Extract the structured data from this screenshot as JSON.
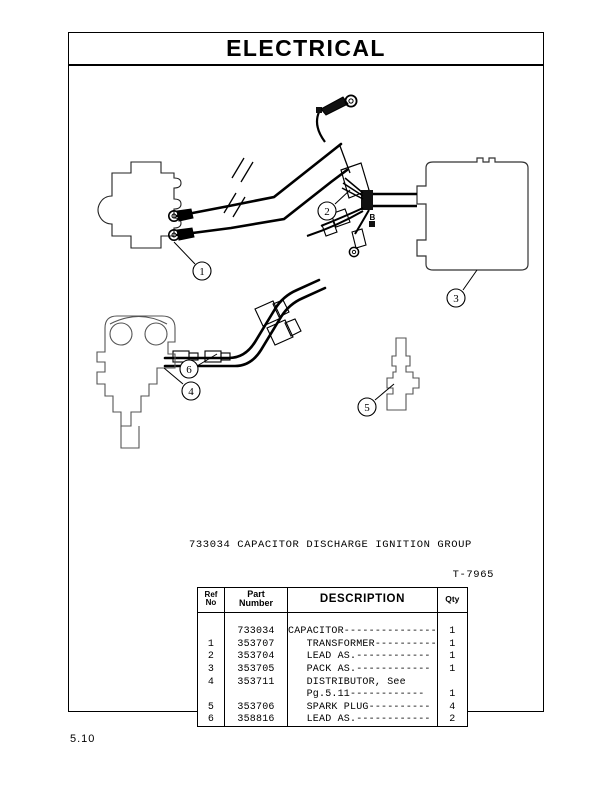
{
  "header": {
    "title": "ELECTRICAL"
  },
  "figure": {
    "caption": "733034 CAPACITOR DISCHARGE IGNITION GROUP",
    "drawing_number": "T-7965",
    "callouts": [
      {
        "label": "1",
        "name": "callout-1-transformer"
      },
      {
        "label": "2",
        "name": "callout-2-lead-assembly"
      },
      {
        "label": "3",
        "name": "callout-3-pack-assembly"
      },
      {
        "label": "4",
        "name": "callout-4-distributor"
      },
      {
        "label": "5",
        "name": "callout-5-spark-plug"
      },
      {
        "label": "6",
        "name": "callout-6-lead-assembly"
      }
    ],
    "harness_label": "B"
  },
  "table": {
    "headers": {
      "ref_no_line1": "Ref",
      "ref_no_line2": "No",
      "part_number_line1": "Part",
      "part_number_line2": "Number",
      "description": "DESCRIPTION",
      "qty": "Qty"
    },
    "rows": [
      {
        "ref": "",
        "part": "733034",
        "description": "CAPACITOR---------------",
        "qty": "1"
      },
      {
        "ref": "1",
        "part": "353707",
        "description": "   TRANSFORMER----------",
        "qty": "1"
      },
      {
        "ref": "2",
        "part": "353704",
        "description": "   LEAD AS.------------",
        "qty": "1"
      },
      {
        "ref": "3",
        "part": "353705",
        "description": "   PACK AS.------------",
        "qty": "1"
      },
      {
        "ref": "4",
        "part": "353711",
        "description": "   DISTRIBUTOR, See",
        "qty": ""
      },
      {
        "ref": "",
        "part": "",
        "description": "   Pg.5.11------------",
        "qty": "1"
      },
      {
        "ref": "5",
        "part": "353706",
        "description": "   SPARK PLUG----------",
        "qty": "4"
      },
      {
        "ref": "6",
        "part": "358816",
        "description": "   LEAD AS.------------",
        "qty": "2"
      }
    ]
  },
  "footer": {
    "page_number": "5.10"
  }
}
